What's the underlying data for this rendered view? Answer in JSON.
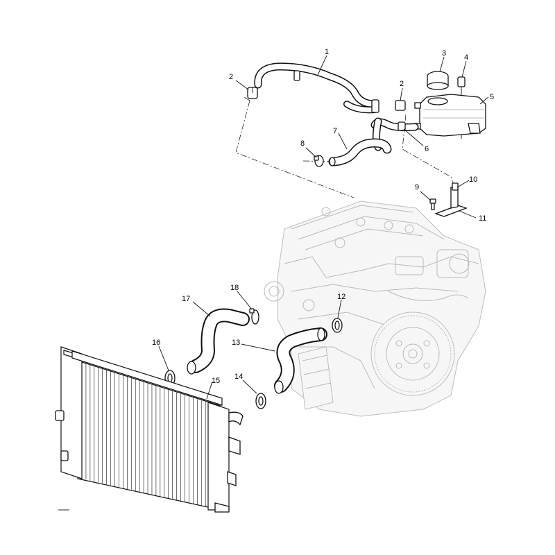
{
  "diagram": {
    "callouts": [
      "1",
      "2",
      "2",
      "3",
      "4",
      "5",
      "6",
      "7",
      "8",
      "9",
      "10",
      "11",
      "12",
      "13",
      "14",
      "15",
      "16",
      "17",
      "18"
    ]
  }
}
